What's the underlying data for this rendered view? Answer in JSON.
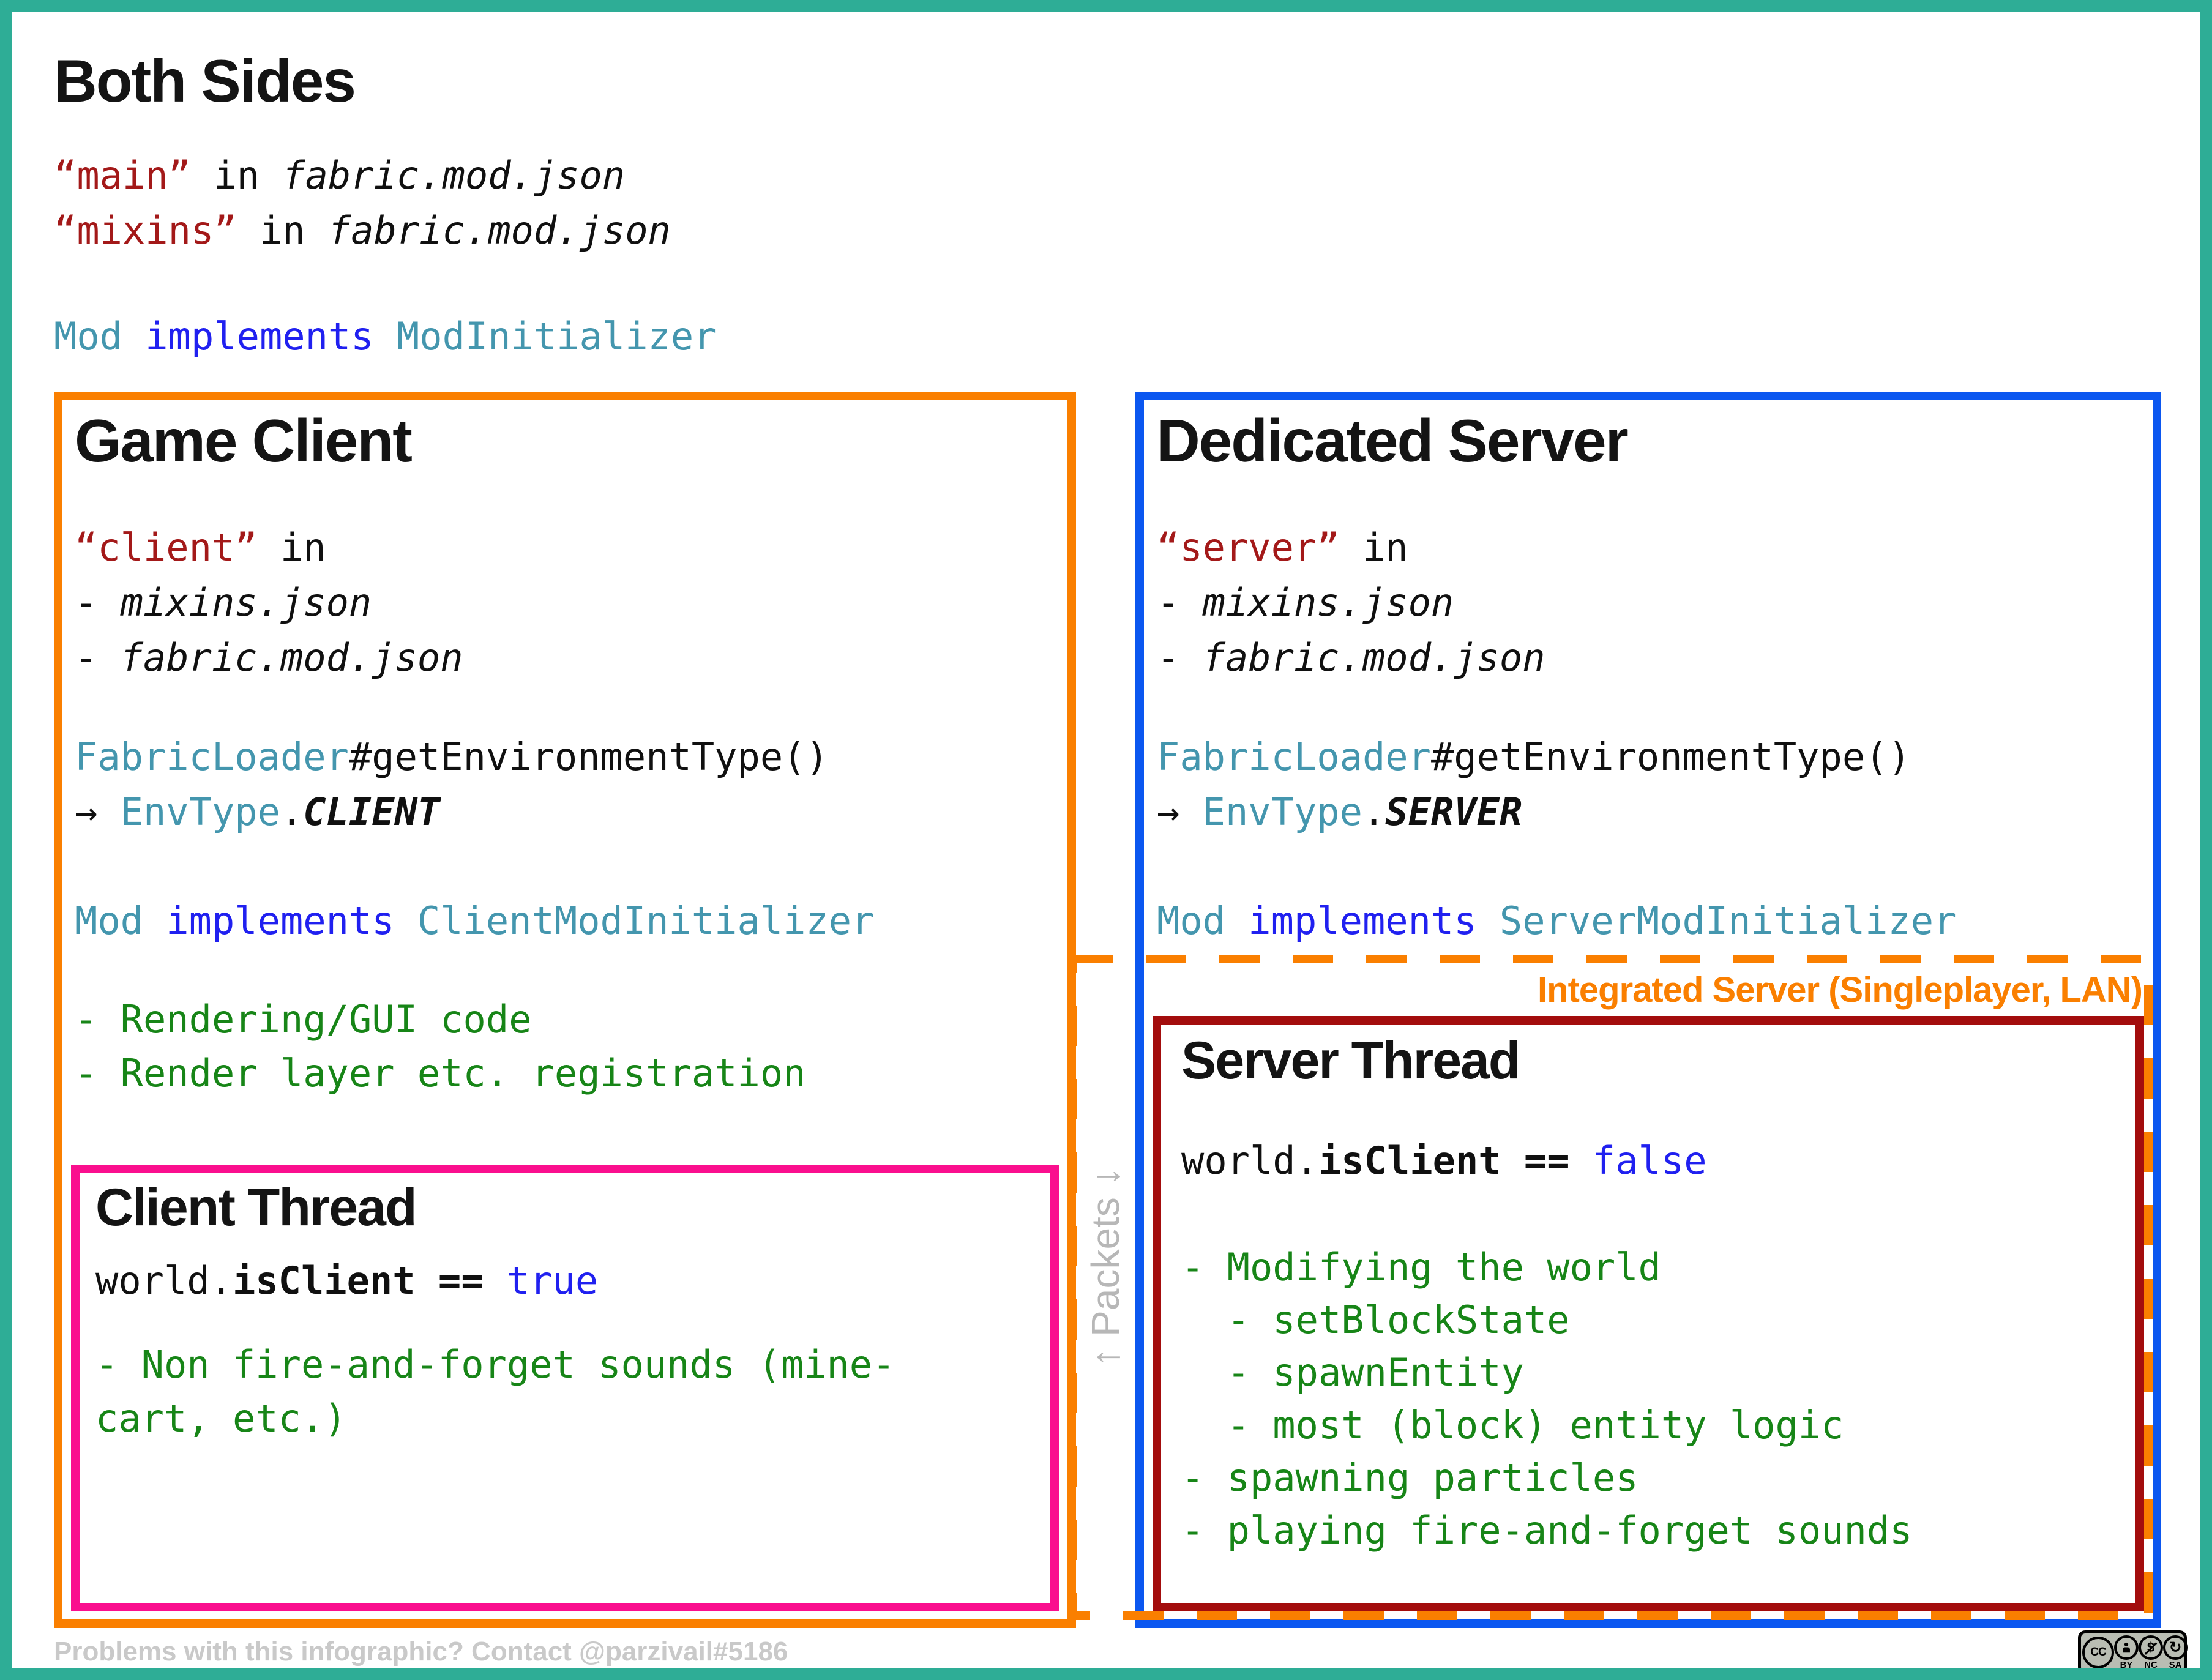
{
  "colors": {
    "frame_teal": "#2EAD96",
    "client_orange": "#FA7F00",
    "server_blue": "#0B57F0",
    "client_thread_pink": "#FA0F8E",
    "server_thread_dark_red": "#A30D0D",
    "code_type_teal": "#4496AE",
    "keyword_blue": "#2020F0",
    "string_red": "#A31919",
    "note_green": "#178517",
    "muted_gray": "#C9C9C9"
  },
  "header": {
    "title": "Both Sides",
    "main_line": {
      "quoted": "“main”",
      "rest": " in ",
      "file": "fabric.mod.json"
    },
    "mixins_line": {
      "quoted": "“mixins”",
      "rest": " in ",
      "file": "fabric.mod.json"
    },
    "impl": {
      "type_a": "Mod",
      "keyword": " implements ",
      "type_b": "ModInitializer"
    }
  },
  "game_client": {
    "title": "Game Client",
    "entry": {
      "quoted": "“client”",
      "rest": " in"
    },
    "files": [
      {
        "dash": "- ",
        "file": "mixins.json"
      },
      {
        "dash": "- ",
        "file": "fabric.mod.json"
      }
    ],
    "env_call": {
      "type": "FabricLoader",
      "rest": "#getEnvironmentType()"
    },
    "env_result": {
      "arrow": "→ ",
      "type": "EnvType",
      "dot": ".",
      "value": "CLIENT"
    },
    "impl": {
      "type_a": "Mod",
      "keyword": " implements ",
      "type_b": "ClientModInitializer"
    },
    "notes": [
      "- Rendering/GUI code",
      "- Render layer etc. registration"
    ]
  },
  "client_thread": {
    "title": "Client Thread",
    "world_check": {
      "obj": "world.",
      "field": "isClient",
      "op": " == ",
      "value": "true"
    },
    "notes": [
      "- Non fire-and-forget sounds (mine-",
      "cart, etc.)"
    ]
  },
  "dedicated_server": {
    "title": "Dedicated Server",
    "entry": {
      "quoted": "“server”",
      "rest": " in"
    },
    "files": [
      {
        "dash": "- ",
        "file": "mixins.json"
      },
      {
        "dash": "- ",
        "file": "fabric.mod.json"
      }
    ],
    "env_call": {
      "type": "FabricLoader",
      "rest": "#getEnvironmentType()"
    },
    "env_result": {
      "arrow": "→ ",
      "type": "EnvType",
      "dot": ".",
      "value": "SERVER"
    },
    "impl": {
      "type_a": "Mod",
      "keyword": " implements ",
      "type_b": "ServerModInitializer"
    }
  },
  "integrated_server": {
    "label": "Integrated Server (Singleplayer, LAN)"
  },
  "server_thread": {
    "title": "Server Thread",
    "world_check": {
      "obj": "world.",
      "field": "isClient",
      "op": " == ",
      "value": "false"
    },
    "notes": [
      "- Modifying the world",
      "  - setBlockState",
      "  - spawnEntity",
      "  - most (block) entity logic",
      "- spawning particles",
      "- playing fire-and-forget sounds"
    ]
  },
  "packets": {
    "label": "↑ Packets ↓"
  },
  "footer": {
    "contact": "Problems with this infographic? Contact @parzivail#5186"
  },
  "license": {
    "cc": "CC",
    "by": "BY",
    "nc": "NC",
    "sa": "SA",
    "nc_glyph": "$",
    "sa_glyph": "↻"
  }
}
